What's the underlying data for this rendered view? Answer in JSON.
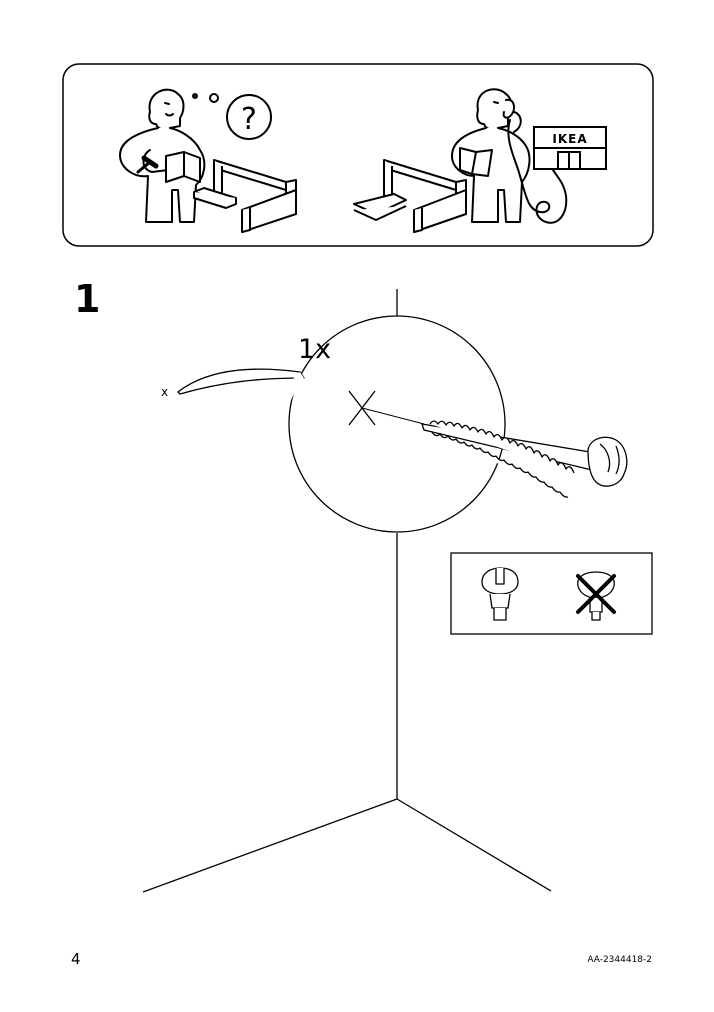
{
  "header": {
    "question_mark": "?",
    "store_sign": "IKEA"
  },
  "step": {
    "number": "1",
    "quantity": "1x",
    "part_marker": "x"
  },
  "footer": {
    "page_number": "4",
    "doc_code": "AA-2344418-2"
  }
}
